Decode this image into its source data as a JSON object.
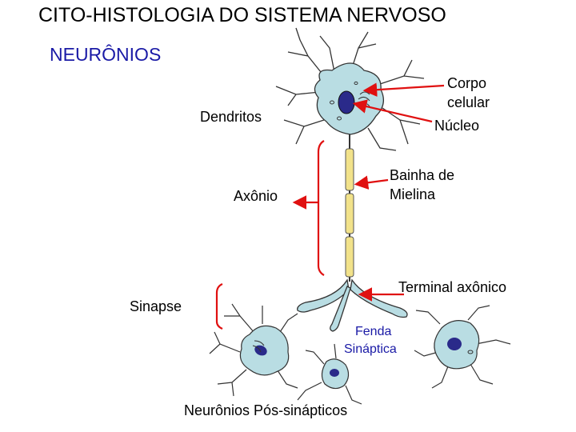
{
  "title": "CITO-HISTOLOGIA DO SISTEMA NERVOSO",
  "subtitle": "NEURÔNIOS",
  "labels": {
    "dendritos": "Dendritos",
    "corpo_celular_1": "Corpo",
    "corpo_celular_2": "celular",
    "nucleo": "Núcleo",
    "bainha_1": "Bainha de",
    "bainha_2": "Mielina",
    "axonio": "Axônio",
    "terminal": "Terminal axônico",
    "sinapse": "Sinapse",
    "fenda_1": "Fenda",
    "fenda_2": "Sináptica",
    "pos_sinapticos": "Neurônios Pós-sinápticos"
  },
  "colors": {
    "cell_fill": "#b9dde3",
    "nucleus": "#2a2a8a",
    "myelin": "#f2e28a",
    "arrow": "#e01010",
    "outline": "#333333"
  }
}
